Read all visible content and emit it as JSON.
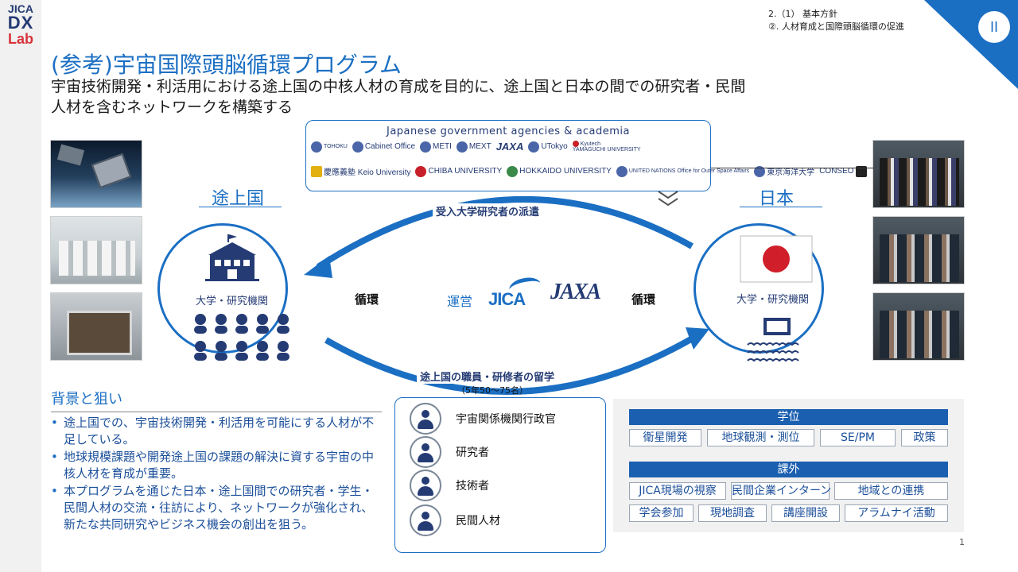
{
  "logo": {
    "line1": "JICA",
    "line2": "DX",
    "line3": "Lab"
  },
  "section": {
    "line1": "2.（1） 基本方針",
    "line2": "②.  人材育成と国際頭脳循環の促進",
    "badge": "II"
  },
  "title": "(参考)宇宙国際頭脳循環プログラム",
  "subtitle": "宇宙技術開発・利活用における途上国の中核人材の育成を目的に、途上国と日本の間での研究者・民間人材を含むネットワークを構築する",
  "agencies": {
    "title": "Japanese government agencies & academia",
    "row1": [
      "TOHOKU",
      "Cabinet Office",
      "METI",
      "MEXT",
      "JAXA",
      "UTokyo",
      "Kyutech",
      "YAMAGUCHI UNIVERSITY"
    ],
    "row2": [
      "慶應義塾 Keio University",
      "CHIBA UNIVERSITY",
      "HOKKAIDO UNIVERSITY",
      "UNITED NATIONS Office for Outer Space Affairs",
      "東京海洋大学",
      "CONSEO"
    ]
  },
  "diagram": {
    "left_country": "途上国",
    "right_country": "日本",
    "left_inst": "大学・研究機関",
    "right_inst": "大学・研究機関",
    "top_flow": "受入大学研究者の派遣",
    "bottom_flow": "途上国の職員・研修者の留学",
    "bottom_flow_sub": "（5年50～75名）",
    "cycle_left": "循環",
    "cycle_right": "循環",
    "operation": "運営",
    "jica": "JICA",
    "jaxa": "JAXA"
  },
  "background": {
    "title": "背景と狙い",
    "items": [
      "途上国での、宇宙技術開発・利活用を可能にする人材が不足している。",
      "地球規模課題や開発途上国の課題の解決に資する宇宙の中核人材を育成が重要。",
      "本プログラムを通じた日本・途上国間での研究者・学生・民間人材の交流・往訪により、ネットワークが強化され、新たな共同研究やビジネス機会の創出を狙う。"
    ]
  },
  "people": [
    "宇宙関係機関行政官",
    "研究者",
    "技術者",
    "民間人材"
  ],
  "degree": {
    "head": "学位",
    "items": [
      "衛星開発",
      "地球観測・測位",
      "SE/PM",
      "政策"
    ]
  },
  "extra": {
    "head": "課外",
    "row1": [
      "JICA現場の視察",
      "民間企業インターン",
      "地域との連携"
    ],
    "row2": [
      "学会参加",
      "現地調査",
      "講座開設",
      "アラムナイ活動"
    ]
  },
  "page_number": "1",
  "colors": {
    "accent": "#1b6fc3",
    "navy": "#243b74",
    "text_blue": "#1b4f9a",
    "panel": "#f1f1f1"
  }
}
